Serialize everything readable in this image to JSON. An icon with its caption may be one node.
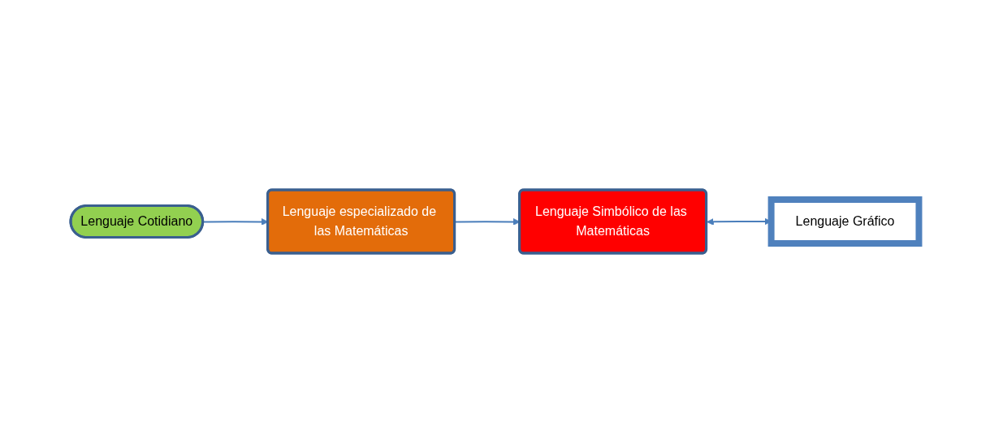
{
  "diagram": {
    "nodes": [
      {
        "text": [
          "Lenguaje Simbólico de las Matemáticas"
        ]
      },
      {
        "text": [
          "Lenguaje Gráfico"
        ]
      },
      {
        "text": [
          "Lenguaje especializado de las Matemáticas"
        ]
      },
      {
        "text": [
          "Lenguaje Cotidiano"
        ]
      }
    ],
    "edges": [
      {
        "from": 3,
        "to": 2,
        "arrow": "to"
      },
      {
        "from": 2,
        "to": 0,
        "arrow": "to"
      },
      {
        "from": 0,
        "to": 1,
        "arrow": "both"
      }
    ]
  }
}
